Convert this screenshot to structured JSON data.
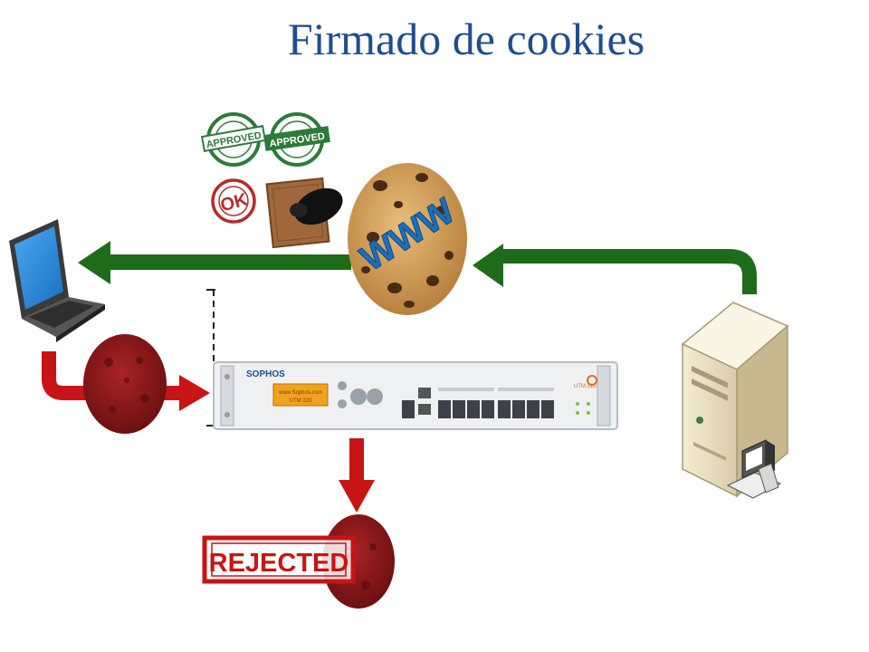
{
  "title": "Firmado de cookies",
  "stamps": {
    "approved_1": "APPROVED",
    "approved_2": "APPROVED",
    "ok": "OK"
  },
  "cookie_text": "WWW",
  "firewall": {
    "brand": "SOPHOS",
    "display_line_1": "www.Sophos.com",
    "display_line_2": "UTM 220",
    "model": "UTM 220"
  },
  "rejected_text": "REJECTED",
  "colors": {
    "title": "#1f4e8c",
    "accepted_arrow": "#1e6b1a",
    "rejected_arrow": "#c81414",
    "stamp_green": "#2d7a3a",
    "stamp_red": "#b82a2a",
    "bad_cookie": "#8a1818",
    "good_cookie": "#d6a25c"
  }
}
